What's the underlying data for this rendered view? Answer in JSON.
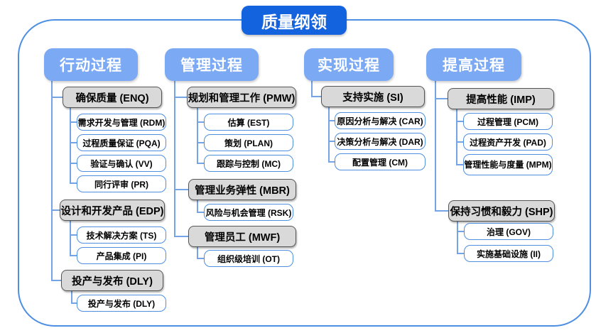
{
  "title": "质量纲领",
  "columns": [
    {
      "header": "行动过程",
      "groups": [
        {
          "label": "确保质量 (ENQ)",
          "children": [
            "需求开发与管理 (RDM)",
            "过程质量保证 (PQA)",
            "验证与确认 (VV)",
            "同行评审 (PR)"
          ]
        },
        {
          "label": "设计和开发产品 (EDP)",
          "children": [
            "技术解决方案 (TS)",
            "产品集成 (PI)"
          ]
        },
        {
          "label": "投产与发布 (DLY)",
          "children": [
            "投产与发布 (DLY)"
          ]
        }
      ]
    },
    {
      "header": "管理过程",
      "groups": [
        {
          "label": "规划和管理工作 (PMW)",
          "children": [
            "估算 (EST)",
            "策划 (PLAN)",
            "跟踪与控制 (MC)"
          ]
        },
        {
          "label": "管理业务弹性 (MBR)",
          "children": [
            "风险与机会管理 (RSK)"
          ]
        },
        {
          "label": "管理员工 (MWF)",
          "children": [
            "组织级培训 (OT)"
          ]
        }
      ]
    },
    {
      "header": "实现过程",
      "groups": [
        {
          "label": "支持实施 (SI)",
          "children": [
            "原因分析与解决 (CAR)",
            "决策分析与解决 (DAR)",
            "配置管理 (CM)"
          ]
        }
      ]
    },
    {
      "header": "提高过程",
      "groups": [
        {
          "label": "提高性能 (IMP)",
          "children": [
            "过程管理 (PCM)",
            "过程资产开发 (PAD)",
            "管理性能与度量 (MPM)"
          ]
        },
        {
          "label": "保持习惯和毅力 (SHP)",
          "children": [
            "治理 (GOV)",
            "实施基础设施 (II)"
          ]
        }
      ]
    }
  ],
  "colors": {
    "title_bg": "#1362de",
    "header_bg": "#7ba9f3",
    "gray_fill": "#d9d9d9",
    "gray_border": "#555555",
    "leaf_border": "#4e8fe0",
    "connector": "#74a4e6",
    "container_border": "#4d8fe2"
  }
}
